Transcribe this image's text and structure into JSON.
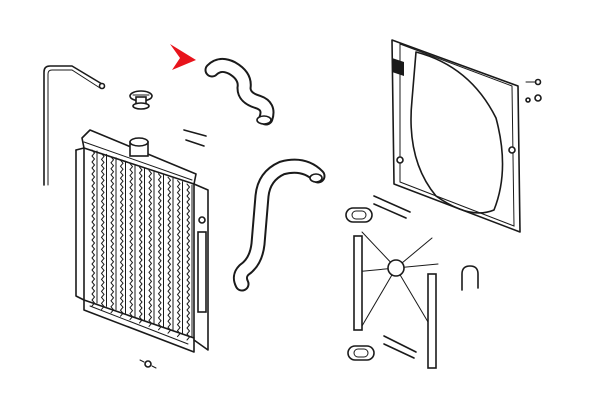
{
  "diagram": {
    "marker_color": "#e8141c",
    "line_color": "#1a1a1a",
    "background": "#ffffff",
    "parts": [
      "radiator",
      "overflow-tube",
      "radiator-cap",
      "upper-hose",
      "lower-hose",
      "fan-shroud",
      "fan-blade-assembly",
      "mounting-brackets",
      "rubber-grommets",
      "hardware-screws"
    ]
  }
}
